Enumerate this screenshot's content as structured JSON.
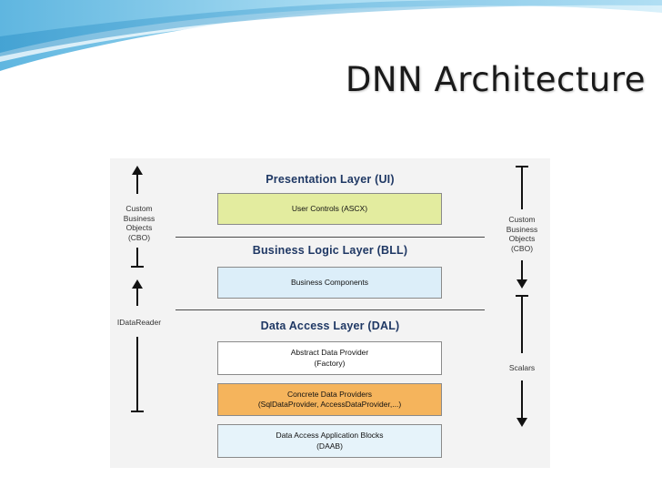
{
  "title": "DNN Architecture",
  "layers": {
    "presentation": {
      "title": "Presentation Layer (UI)",
      "boxes": [
        "User Controls (ASCX)"
      ]
    },
    "business": {
      "title": "Business Logic Layer (BLL)",
      "boxes": [
        "Business Components"
      ]
    },
    "data_access": {
      "title": "Data Access Layer (DAL)",
      "boxes": [
        {
          "line1": "Abstract Data Provider",
          "line2": "(Factory)"
        },
        {
          "line1": "Concrete Data Providers",
          "line2": "(SqlDataProvider, AccessDataProvider,...)"
        },
        {
          "line1": "Data Access Application Blocks",
          "line2": "(DAAB)"
        }
      ]
    }
  },
  "left_labels": {
    "cbo": [
      "Custom",
      "Business",
      "Objects",
      "(CBO)"
    ],
    "idatareader": "IDataReader"
  },
  "right_labels": {
    "cbo": [
      "Custom",
      "Business",
      "Objects",
      "(CBO)"
    ],
    "scalars": "Scalars"
  },
  "colors": {
    "user_controls_fill": "#e3ec9f",
    "business_components_fill": "#dceef9",
    "concrete_providers_fill": "#f5b45c",
    "daab_fill": "#e6f3fa",
    "abstract_provider_fill": "#ffffff",
    "layer_title": "#1f3864",
    "header_wave": "#7fc8e8"
  }
}
